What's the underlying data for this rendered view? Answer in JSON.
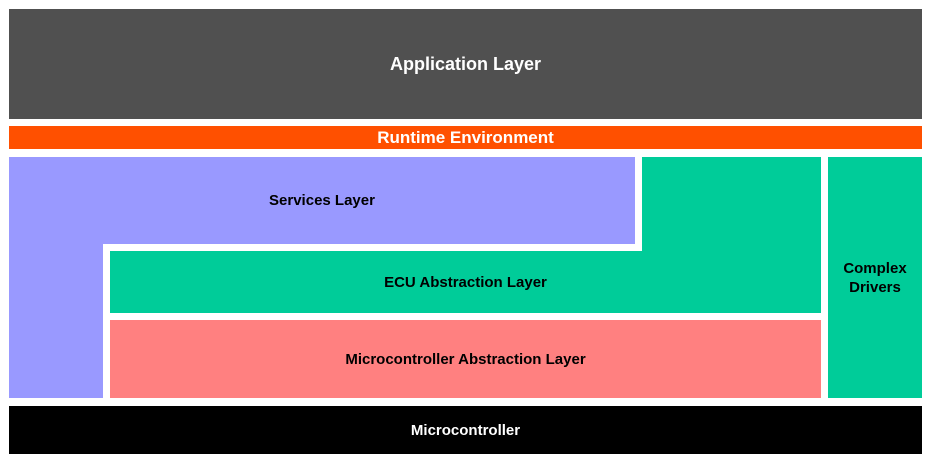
{
  "diagram": {
    "application_layer": {
      "label": "Application Layer",
      "color": "#505050"
    },
    "runtime_environment": {
      "label": "Runtime Environment",
      "color": "#FF5000"
    },
    "services_layer": {
      "label": "Services Layer",
      "color": "#9999FF"
    },
    "ecu_abstraction_layer": {
      "label": "ECU Abstraction Layer",
      "color": "#00CC99"
    },
    "microcontroller_abstraction_layer": {
      "label": "Microcontroller Abstraction Layer",
      "color": "#FF8080"
    },
    "complex_drivers": {
      "label_line1": "Complex",
      "label_line2": "Drivers",
      "color": "#00CC99"
    },
    "microcontroller": {
      "label": "Microcontroller",
      "color": "#000000"
    }
  }
}
